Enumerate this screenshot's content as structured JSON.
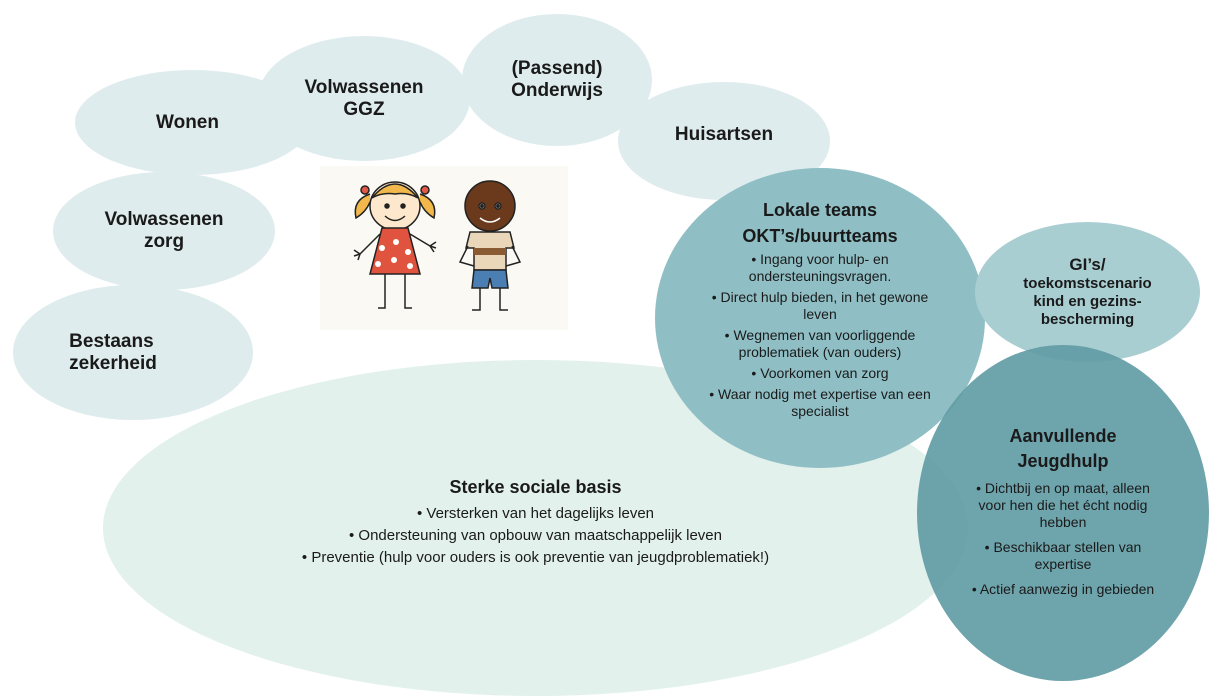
{
  "bubbles": {
    "wonen": "Wonen",
    "volwassenen_ggz": [
      "Volwassenen",
      "GGZ"
    ],
    "onderwijs": [
      "(Passend)",
      "Onderwijs"
    ],
    "huisartsen": "Huisartsen",
    "volwassenen_zorg": [
      "Volwassenen",
      "zorg"
    ],
    "bestaans": [
      "Bestaans",
      "zekerheid"
    ]
  },
  "basis": {
    "title": "Sterke sociale basis",
    "items": [
      "Versterken van het dagelijks leven",
      "Ondersteuning van opbouw van maatschappelijk leven",
      "Preventie (hulp voor ouders is ook preventie van jeugdproblematiek!)"
    ]
  },
  "lokale": {
    "title": [
      "Lokale teams",
      "OKT’s/buurtteams"
    ],
    "items": [
      "Ingang voor hulp- en ondersteuningsvragen.",
      "Direct hulp bieden, in het gewone leven",
      "Wegnemen van voorliggende problematiek (van ouders)",
      "Voorkomen van zorg",
      "Waar nodig met expertise van een specialist"
    ]
  },
  "gi": {
    "title": "GI’s/",
    "lines": [
      "toekomstscenario",
      "kind en gezins-",
      "bescherming"
    ]
  },
  "aanvullend": {
    "title": [
      "Aanvullende",
      "Jeugdhulp"
    ],
    "items": [
      "Dichtbij en op maat, alleen voor hen die het écht nodig hebben",
      "Beschikbaar stellen van expertise",
      "Actief aanwezig in gebieden"
    ]
  },
  "illustration": {
    "name": "two-children-drawing"
  }
}
